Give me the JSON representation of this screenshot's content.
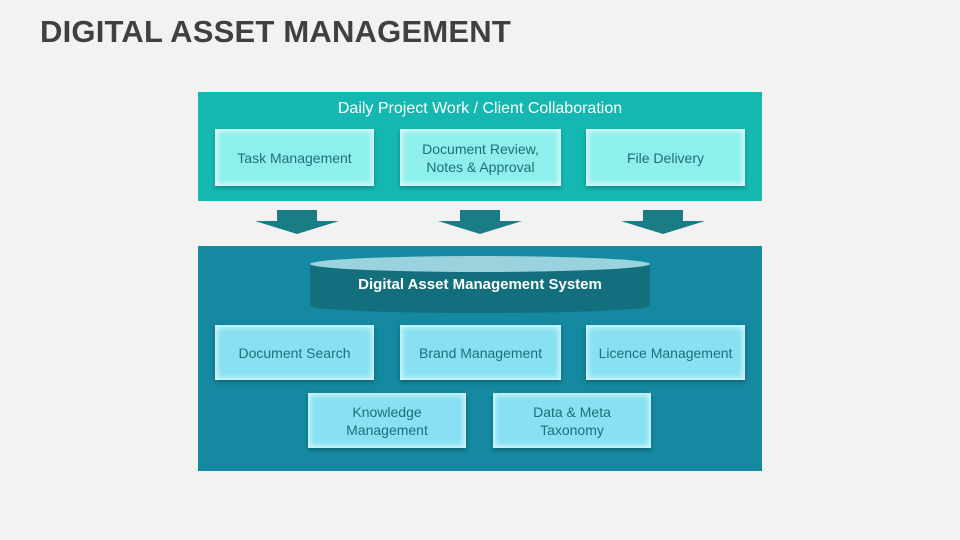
{
  "title": "DIGITAL ASSET MANAGEMENT",
  "top_panel": {
    "heading": "Daily Project Work / Client Collaboration",
    "items": [
      {
        "label": "Task Management"
      },
      {
        "label": "Document Review,\nNotes & Approval"
      },
      {
        "label": "File Delivery"
      }
    ]
  },
  "system": {
    "label": "Digital Asset Management System",
    "items": [
      {
        "label": "Document Search"
      },
      {
        "label": "Brand Management"
      },
      {
        "label": "Licence Management"
      },
      {
        "label": "Knowledge\nManagement"
      },
      {
        "label": "Data & Meta\nTaxonomy"
      }
    ]
  },
  "colors": {
    "top_panel": "#14b8b0",
    "bottom_panel": "#1589a1",
    "arrow": "#1a7d85",
    "light_box": "#8ef0ec",
    "cyan_box": "#87e1f2",
    "title_text": "#404040"
  }
}
